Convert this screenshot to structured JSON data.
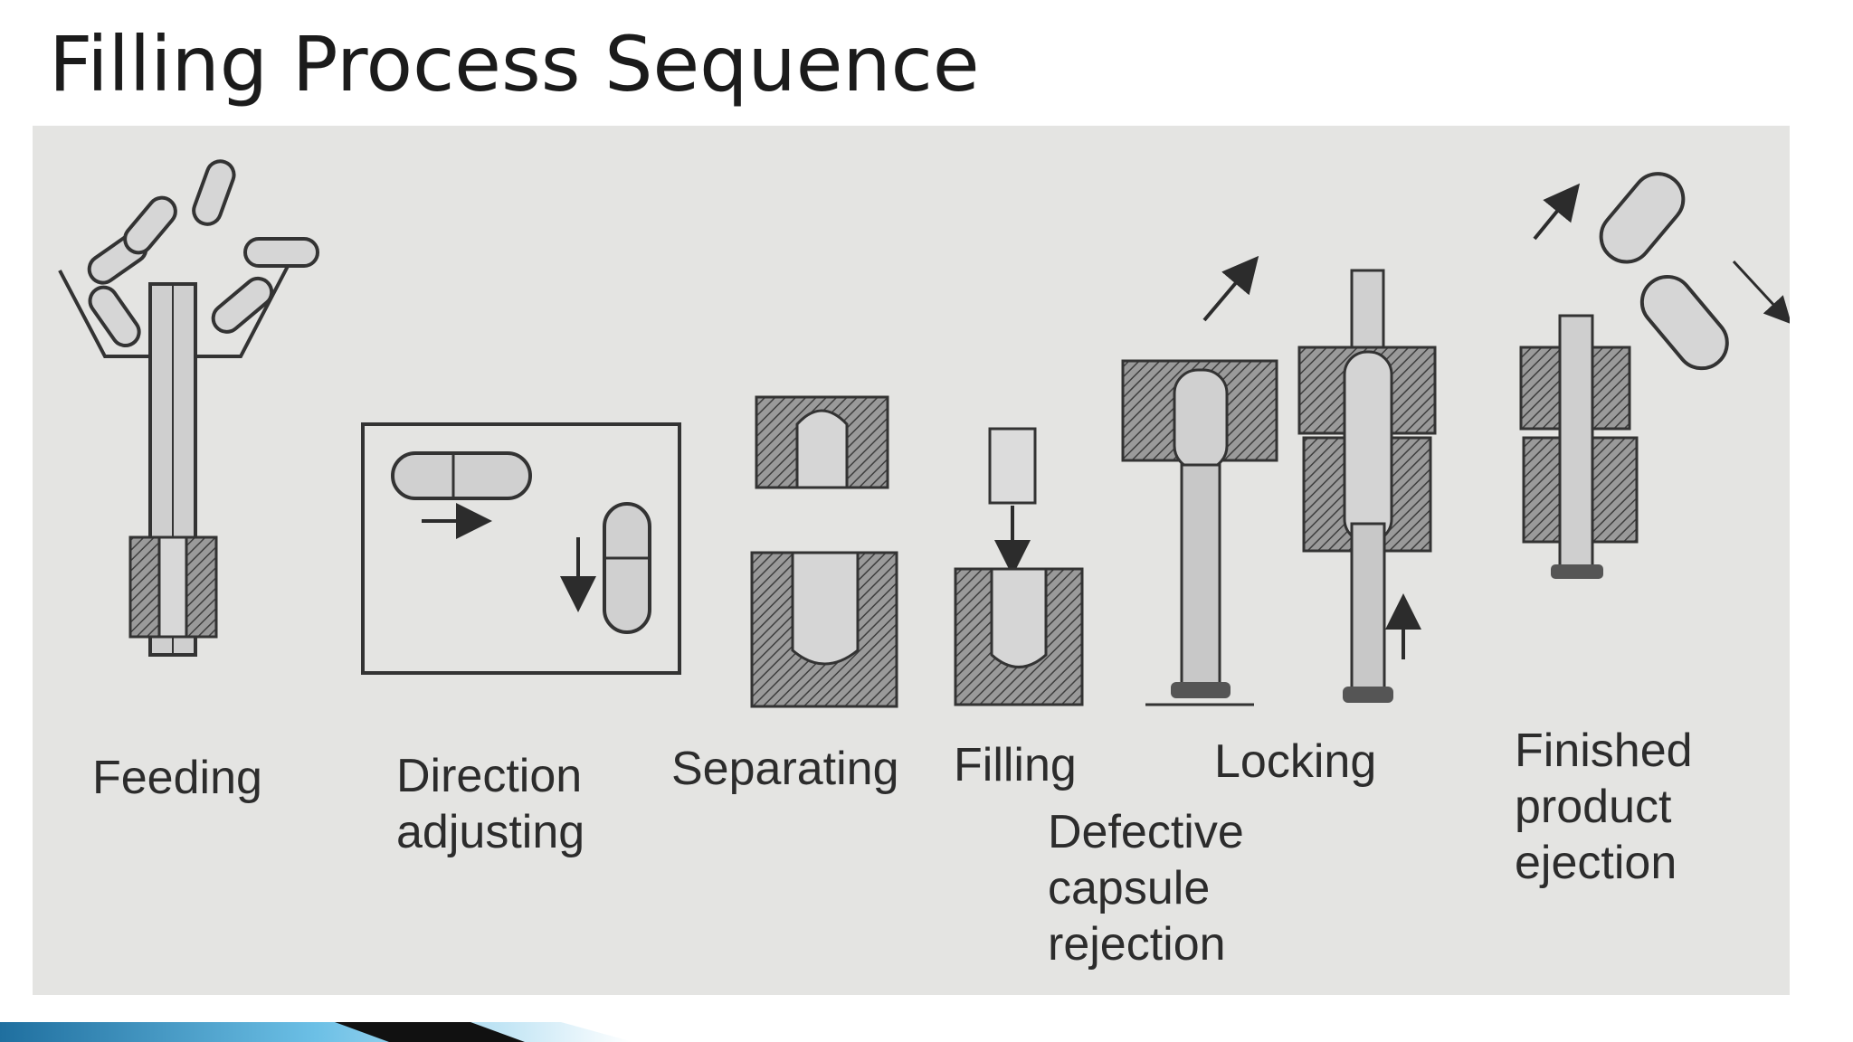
{
  "slide": {
    "title": "Filling Process Sequence"
  },
  "stages": [
    {
      "id": "feeding",
      "label": "Feeding"
    },
    {
      "id": "direction",
      "label": "Direction\nadjusting"
    },
    {
      "id": "separating",
      "label": "Separating"
    },
    {
      "id": "filling",
      "label": "Filling"
    },
    {
      "id": "locking",
      "label": "Locking"
    },
    {
      "id": "defective",
      "label": "Defective\ncapsule\nrejection"
    },
    {
      "id": "finished",
      "label": "Finished\nproduct\nejection"
    }
  ],
  "colors": {
    "paper": "#e4e4e2",
    "ink": "#2c2c2c",
    "hatch": "#7a7a7a",
    "footer_dark": "#111111",
    "footer_blue": "#4aa3d6"
  },
  "icons": [
    "capsule-icon",
    "arrow-icon",
    "hatched-block-icon",
    "plunger-icon"
  ]
}
